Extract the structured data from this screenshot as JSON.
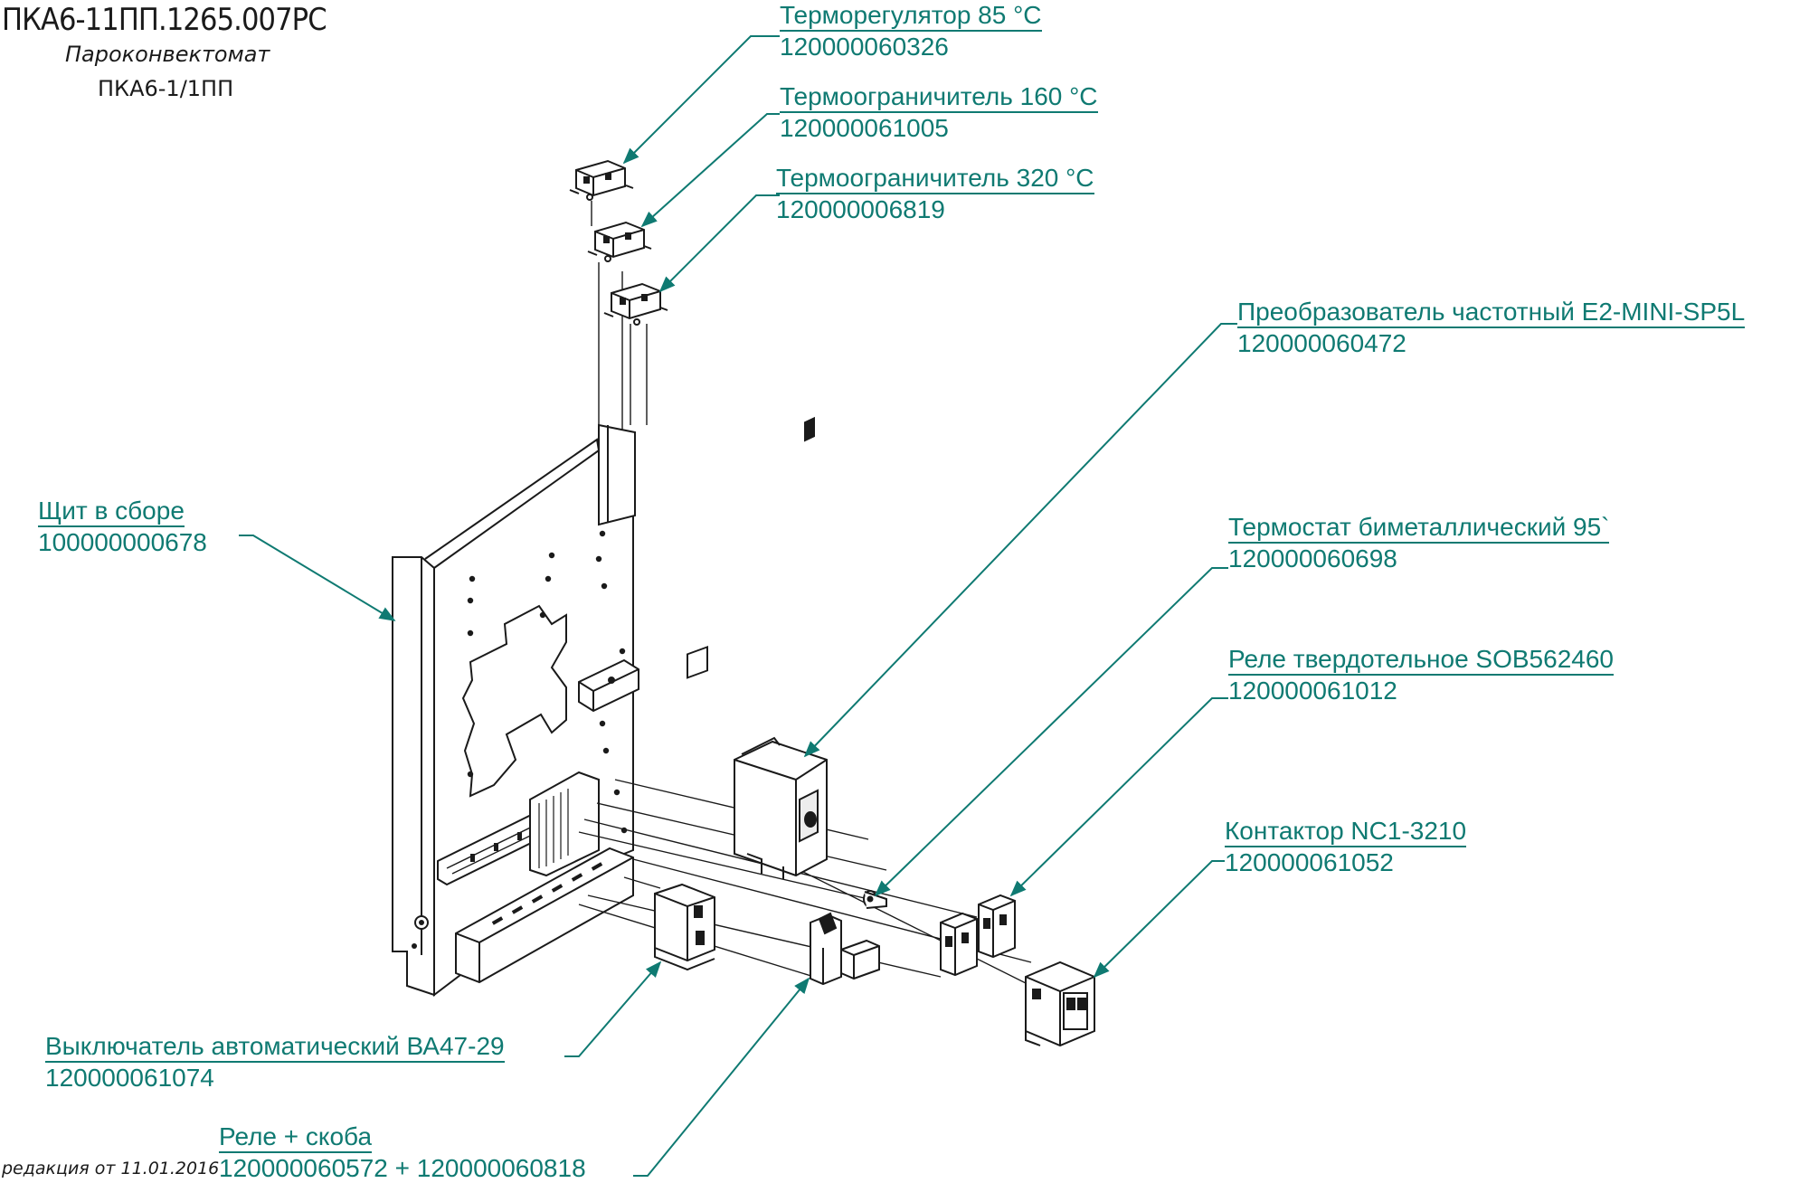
{
  "header": {
    "document_code": "ПКА6-11ПП.1265.007РС",
    "product_type": "Пароконвектомат",
    "product_model": "ПКА6-1/1ПП"
  },
  "footer": {
    "revision": "редакция от 11.01.2016"
  },
  "colors": {
    "callout": "#0f7a72",
    "drawing": "#1a1a1a"
  },
  "callouts": [
    {
      "id": "thermoregulator",
      "name": "Терморегулятор 85 °C",
      "code": "120000060326"
    },
    {
      "id": "thermolimiter-160",
      "name": "Термоограничитель 160 °C",
      "code": "120000061005"
    },
    {
      "id": "thermolimiter-320",
      "name": "Термоограничитель 320 °C",
      "code": "120000006819"
    },
    {
      "id": "frequency-converter",
      "name": "Преобразователь частотный E2-MINI-SP5L",
      "code": "120000060472"
    },
    {
      "id": "panel-assembly",
      "name": "Щит в сборе",
      "code": "100000000678"
    },
    {
      "id": "bimetal-thermostat",
      "name": "Термостат биметаллический 95`",
      "code": "120000060698"
    },
    {
      "id": "solid-state-relay",
      "name": "Реле твердотельное SOB562460",
      "code": "120000061012"
    },
    {
      "id": "contactor",
      "name": "Контактор NC1-3210",
      "code": "120000061052"
    },
    {
      "id": "circuit-breaker",
      "name": "Выключатель автоматический ВА47-29",
      "code": "120000061074"
    },
    {
      "id": "relay-bracket",
      "name": "Реле + скоба",
      "code": "120000060572 + 120000060818"
    }
  ]
}
